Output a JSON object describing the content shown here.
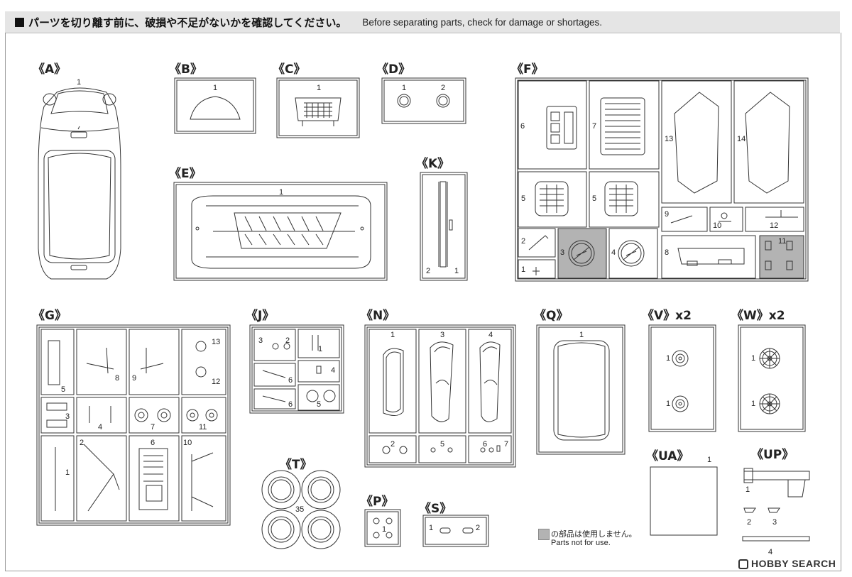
{
  "header": {
    "title_jp": "パーツを切り離す前に、破損や不足がないかを確認してください。",
    "title_en": "Before separating parts, check for damage or shortages."
  },
  "sprues": {
    "A": {
      "label": "《A》",
      "parts": [
        "1"
      ]
    },
    "B": {
      "label": "《B》",
      "parts": [
        "1"
      ]
    },
    "C": {
      "label": "《C》",
      "parts": [
        "1"
      ]
    },
    "D": {
      "label": "《D》",
      "parts": [
        "1",
        "2"
      ]
    },
    "E": {
      "label": "《E》",
      "parts": [
        "1"
      ]
    },
    "F": {
      "label": "《F》",
      "parts": [
        "6",
        "7",
        "13",
        "14",
        "5",
        "5",
        "9",
        "10",
        "12",
        "2",
        "3",
        "4",
        "8",
        "11",
        "1"
      ]
    },
    "K": {
      "label": "《K》",
      "parts": [
        "2",
        "1"
      ]
    },
    "G": {
      "label": "《G》",
      "parts": [
        "5",
        "8",
        "9",
        "13",
        "12",
        "3",
        "4",
        "7",
        "11",
        "1",
        "2",
        "6",
        "10"
      ]
    },
    "J": {
      "label": "《J》",
      "parts": [
        "3",
        "2",
        "1",
        "4",
        "6",
        "6",
        "5"
      ]
    },
    "N": {
      "label": "《N》",
      "parts": [
        "1",
        "3",
        "4",
        "2",
        "5",
        "6",
        "7"
      ]
    },
    "Q": {
      "label": "《Q》",
      "parts": [
        "1"
      ]
    },
    "V": {
      "label": "《V》x2",
      "parts": [
        "1",
        "1"
      ]
    },
    "W": {
      "label": "《W》x2",
      "parts": [
        "1",
        "1"
      ]
    },
    "T": {
      "label": "《T》",
      "parts": [
        "35"
      ]
    },
    "P": {
      "label": "《P》",
      "parts": [
        "1"
      ]
    },
    "S": {
      "label": "《S》",
      "parts": [
        "1",
        "2"
      ]
    },
    "UA": {
      "label": "《UA》",
      "parts": [
        "1"
      ]
    },
    "UP": {
      "label": "《UP》",
      "parts": [
        "1",
        "2",
        "3",
        "4"
      ]
    }
  },
  "legend": {
    "jp": "の部品は使用しません。",
    "en": "Parts not for use.",
    "swatch_color": "#b3b3b3"
  },
  "brand": {
    "text": "HOBBY SEARCH"
  }
}
